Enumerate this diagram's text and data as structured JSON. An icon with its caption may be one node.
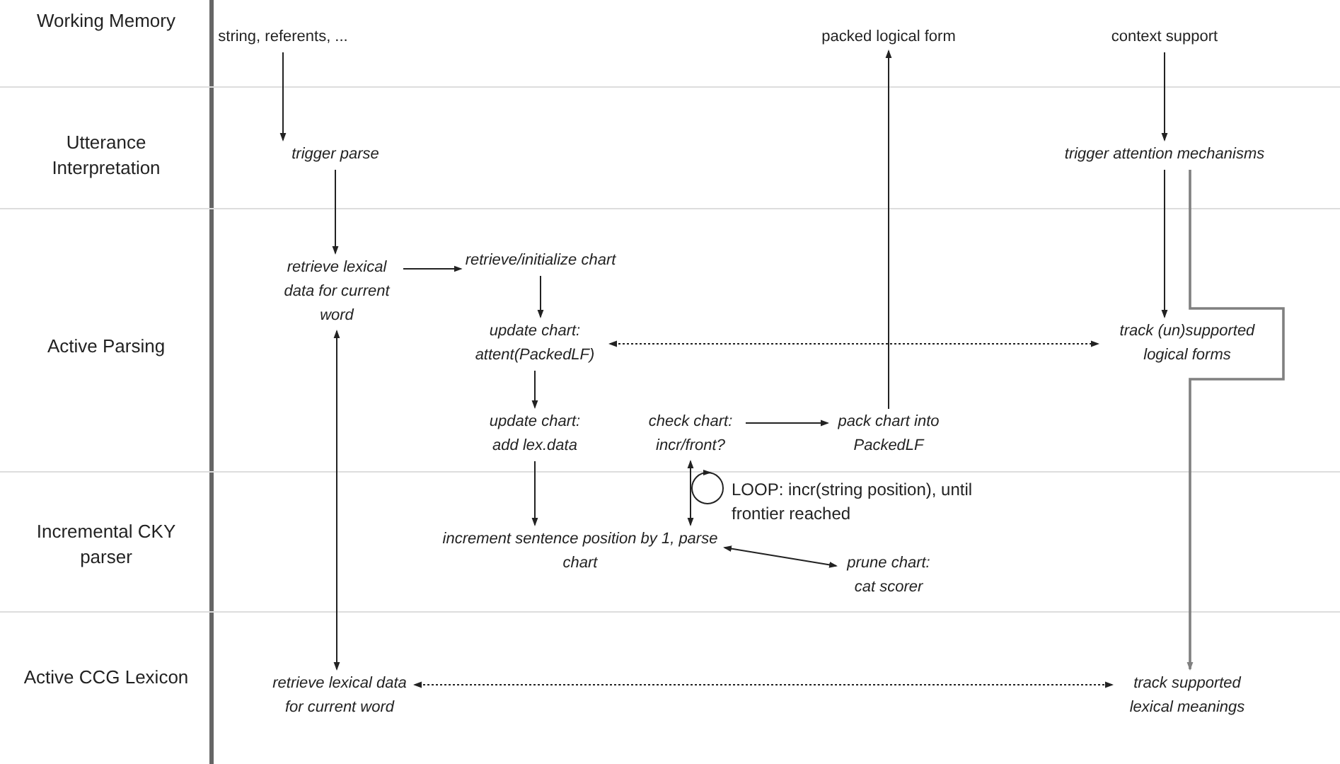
{
  "diagram": {
    "nodes": [
      {
        "text": [
          "string, referents, ..."
        ]
      },
      {
        "text": [
          "trigger parse"
        ]
      },
      {
        "text": [
          "retrieve lexical data for current word"
        ]
      },
      {
        "text": [
          "retrieve/initialize chart"
        ]
      },
      {
        "text": [
          "update chart: attent(PackedLF)"
        ]
      },
      {
        "text": [
          "update chart: add lex.data"
        ]
      },
      {
        "text": [
          "check chart: incr/front?"
        ]
      },
      {
        "text": [
          "pack chart into PackedLF"
        ]
      },
      {
        "text": [
          "packed  logical form"
        ]
      },
      {
        "text": [
          "context support"
        ]
      },
      {
        "text": [
          "trigger attention mechanisms"
        ]
      },
      {
        "text": [
          "track (un)supported logical forms"
        ]
      },
      {
        "text": [
          "increment sentence position by 1, parse chart"
        ]
      },
      {
        "text": [
          "prune chart: cat scorer"
        ]
      },
      {
        "text": [
          "retrieve lexical data for current word"
        ]
      },
      {
        "text": [
          "track supported lexical meanings"
        ]
      }
    ],
    "edges": [
      {
        "from": 0,
        "to": 1,
        "arrow": "to"
      },
      {
        "from": 1,
        "to": 2,
        "arrow": "to"
      },
      {
        "from": 2,
        "to": 3,
        "arrow": "to"
      },
      {
        "from": 3,
        "to": 4,
        "arrow": "to"
      },
      {
        "from": 4,
        "to": 11,
        "arrow": "both",
        "style": "dashed"
      },
      {
        "from": 4,
        "to": 5,
        "arrow": "to"
      },
      {
        "from": 5,
        "to": 12,
        "arrow": "to"
      },
      {
        "from": 6,
        "to": 12,
        "arrow": "both"
      },
      {
        "from": 6,
        "to": 7,
        "arrow": "to"
      },
      {
        "from": 7,
        "to": 8,
        "arrow": "to"
      },
      {
        "from": 9,
        "to": 10,
        "arrow": "to"
      },
      {
        "from": 10,
        "to": 11,
        "arrow": "to"
      },
      {
        "from": 10,
        "to": 15,
        "arrow": "to",
        "color": "#808080"
      },
      {
        "from": 12,
        "to": 13,
        "arrow": "both"
      },
      {
        "from": 2,
        "to": 14,
        "arrow": "both"
      },
      {
        "from": 14,
        "to": 15,
        "arrow": "both",
        "style": "dashed"
      }
    ],
    "labels": [
      "Working Memory",
      "Utterance Interpretation",
      "Active Parsing",
      "Incremental CKY parser",
      "Active CCG Lexicon",
      "LOOP: incr(string position), until frontier reached"
    ]
  }
}
